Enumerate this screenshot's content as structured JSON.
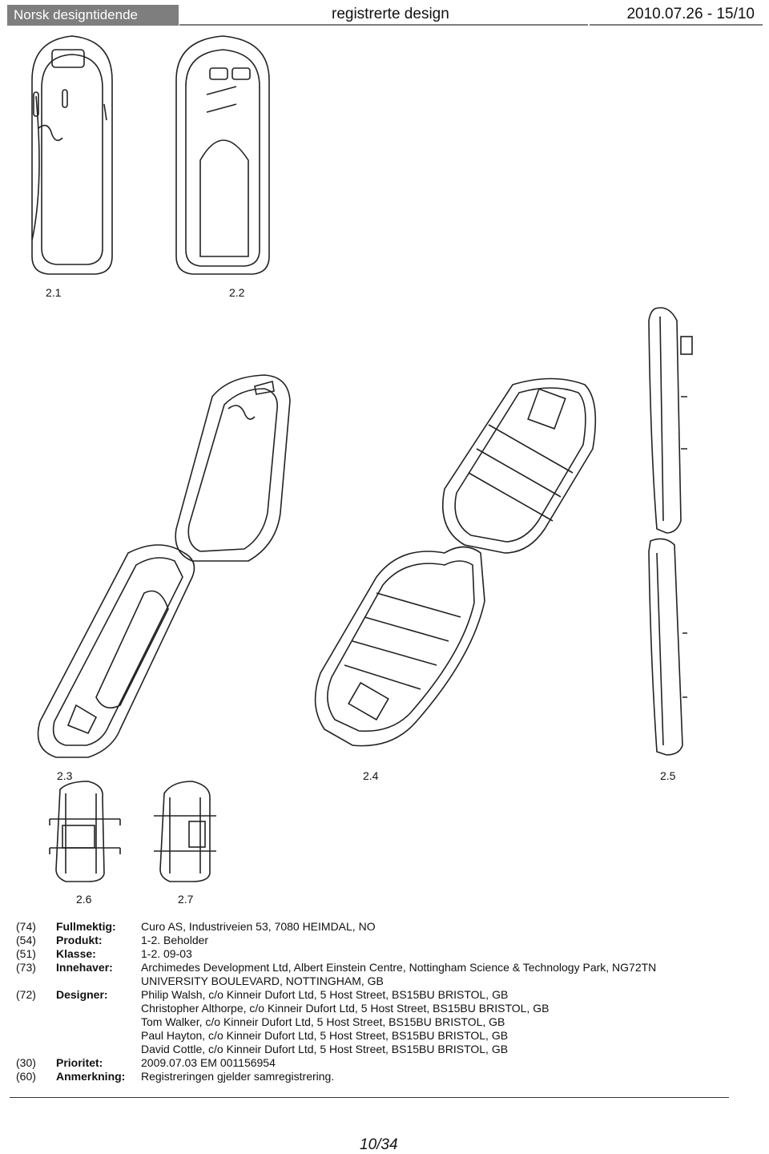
{
  "header": {
    "logo_text": "Norsk designtidende",
    "title": "registrerte design",
    "date_page": "2010.07.26 - 15/10"
  },
  "figures": {
    "f21": "2.1",
    "f22": "2.2",
    "f23": "2.3",
    "f24": "2.4",
    "f25": "2.5",
    "f26": "2.6",
    "f27": "2.7"
  },
  "meta": {
    "r74": {
      "code": "(74)",
      "key": "Fullmektig:",
      "val": "Curo AS, Industriveien 53, 7080 HEIMDAL, NO"
    },
    "r54": {
      "code": "(54)",
      "key": "Produkt:",
      "val": "1-2. Beholder"
    },
    "r51": {
      "code": "(51)",
      "key": "Klasse:",
      "val": "1-2. 09-03"
    },
    "r73": {
      "code": "(73)",
      "key": "Innehaver:",
      "val": "Archimedes Development Ltd, Albert Einstein Centre, Nottingham Science & Technology Park, NG72TN",
      "val2": "UNIVERSITY BOULEVARD, NOTTINGHAM, GB"
    },
    "r72": {
      "code": "(72)",
      "key": "Designer:",
      "val": "Philip Walsh, c/o Kinneir Dufort Ltd, 5 Host Street, BS15BU BRISTOL, GB",
      "d2": "Christopher Althorpe, c/o Kinneir Dufort Ltd, 5 Host Street, BS15BU BRISTOL, GB",
      "d3": "Tom Walker, c/o Kinneir Dufort Ltd, 5 Host Street, BS15BU BRISTOL, GB",
      "d4": "Paul Hayton, c/o Kinneir Dufort Ltd, 5 Host Street, BS15BU BRISTOL, GB",
      "d5": "David Cottle, c/o Kinneir Dufort Ltd, 5 Host Street, BS15BU BRISTOL, GB"
    },
    "r30": {
      "code": "(30)",
      "key": "Prioritet:",
      "val": "2009.07.03 EM 001156954"
    },
    "r60": {
      "code": "(60)",
      "key": "Anmerkning:",
      "val": "Registreringen gjelder samregistrering."
    }
  },
  "footer": {
    "page": "10/34"
  }
}
